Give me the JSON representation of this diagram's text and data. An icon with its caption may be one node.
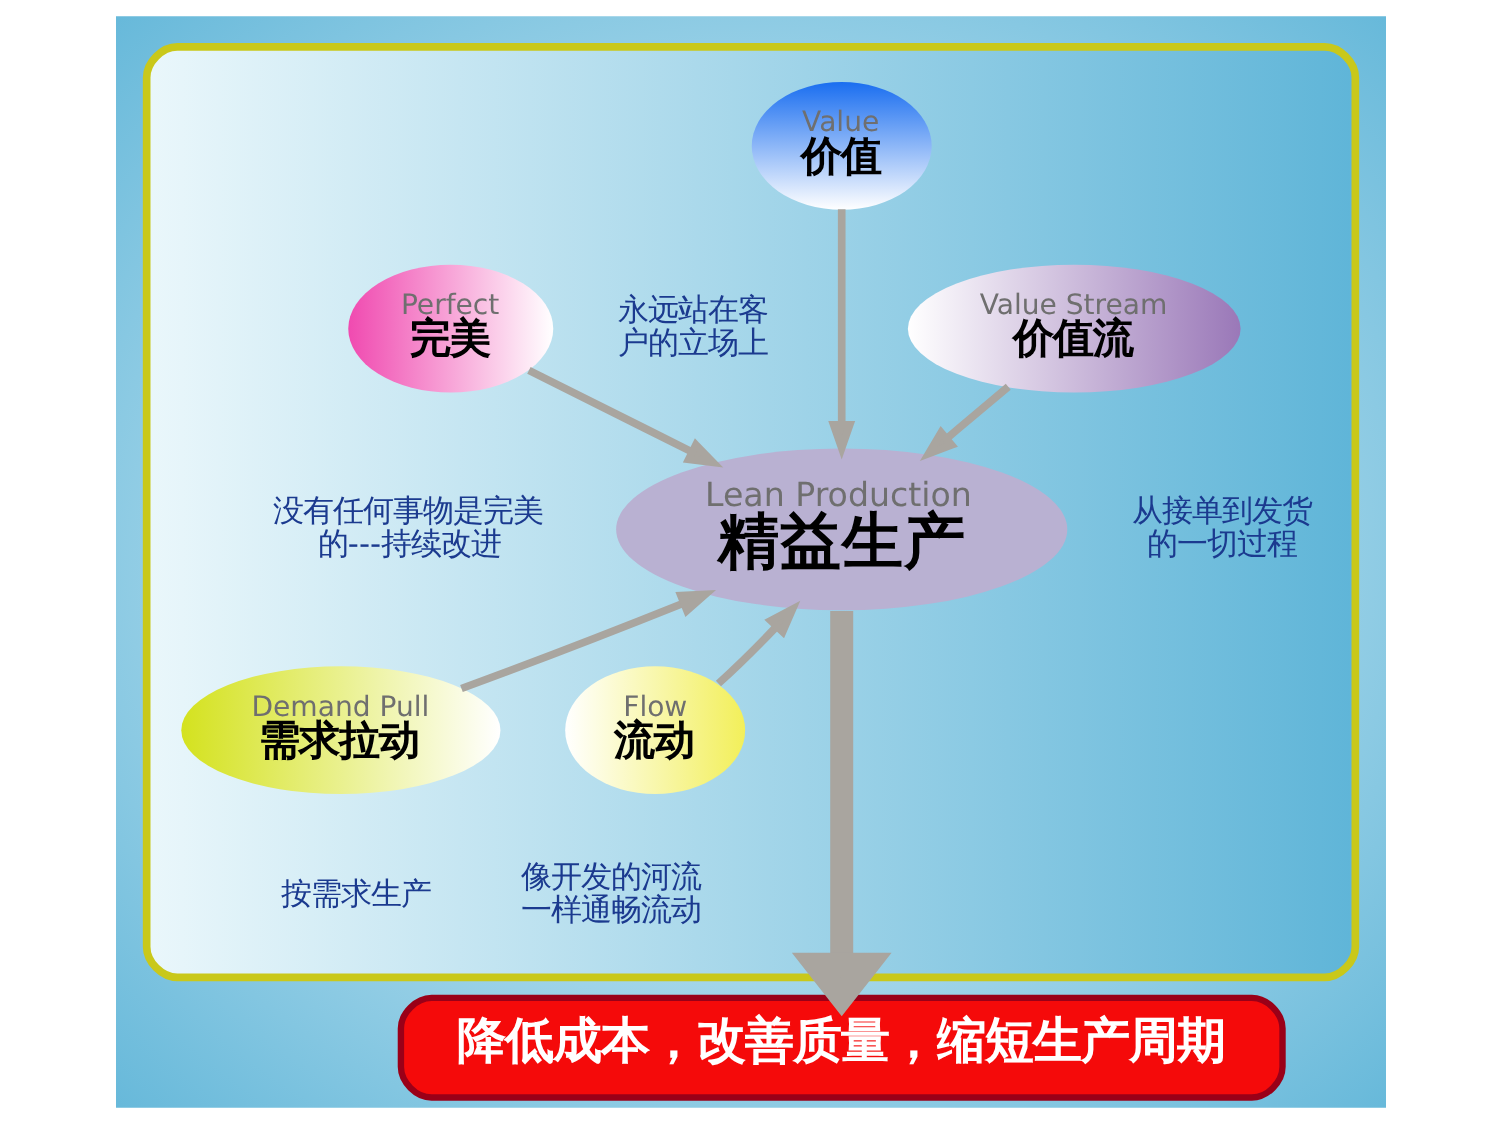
{
  "diagram": {
    "nodes": [
      {
        "text": [],
        "shape": "ellipse"
      },
      {
        "text": [
          "Value",
          "价值"
        ],
        "in": 0,
        "beside": [
          "永远站在客户的立场上"
        ]
      },
      {
        "text": [
          "Perfect",
          "完美"
        ],
        "in": 0,
        "beside": [
          "没有任何事物是完美的---持续改进"
        ]
      },
      {
        "text": [
          "Value Stream",
          "价值流"
        ],
        "in": 0,
        "beside": [
          "从接单到发货的一切过程"
        ]
      },
      {
        "text": [
          "Lean Production",
          "精益生产"
        ],
        "in": 0
      },
      {
        "text": [
          "Demand Pull",
          "需求拉动"
        ],
        "in": 0,
        "beside": [
          "按需求生产"
        ]
      },
      {
        "text": [
          "Flow",
          "流动"
        ],
        "in": 0,
        "beside": [
          "像开发的河流一样通畅流动"
        ]
      },
      {
        "text": [
          "降低成本，改善质量，缩短生产周期"
        ]
      }
    ],
    "edges": [
      {
        "from": 1,
        "to": 4,
        "arrow": "to"
      },
      {
        "from": 2,
        "to": 4,
        "arrow": "to"
      },
      {
        "from": 3,
        "to": 4,
        "arrow": "to"
      },
      {
        "from": 5,
        "to": 4,
        "arrow": "to"
      },
      {
        "from": 6,
        "to": 4,
        "arrow": "to"
      },
      {
        "from": 4,
        "to": 7,
        "arrow": "to",
        "style": "thick"
      }
    ]
  }
}
